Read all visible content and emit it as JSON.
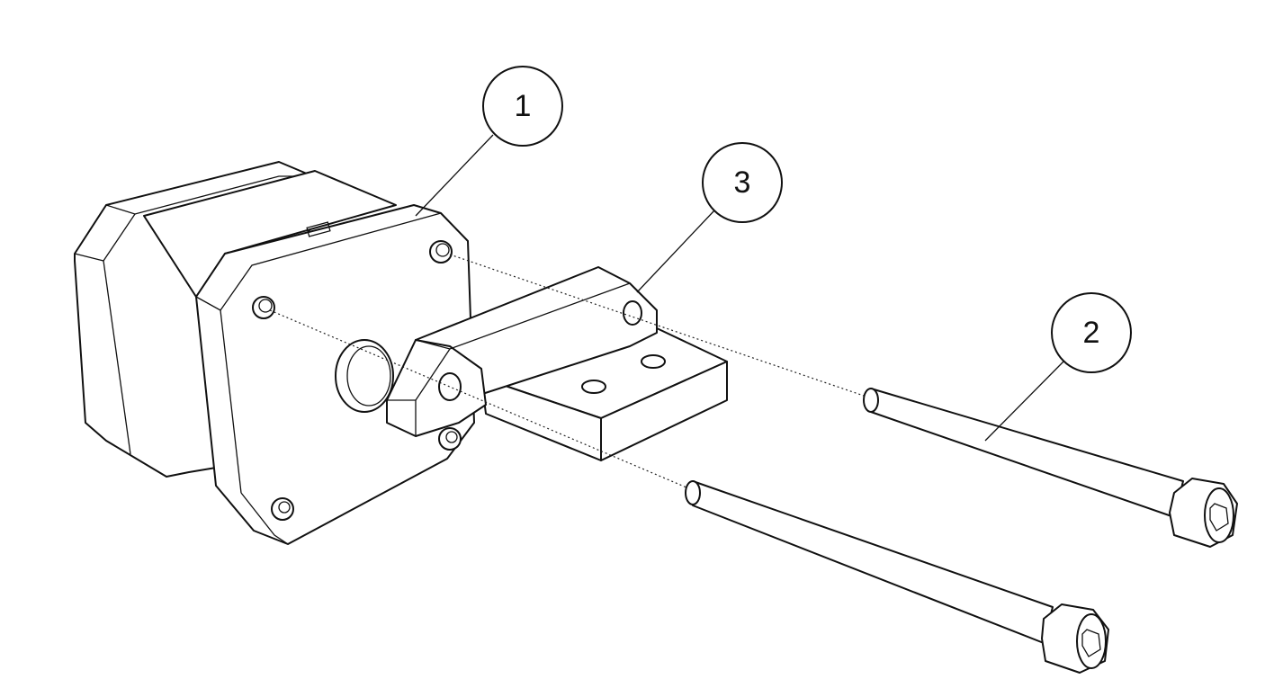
{
  "diagram": {
    "type": "exploded-assembly",
    "balloons": [
      {
        "id": "balloon-1",
        "label": "1",
        "part": "stepper-motor"
      },
      {
        "id": "balloon-2",
        "label": "2",
        "part": "socket-head-screw"
      },
      {
        "id": "balloon-3",
        "label": "3",
        "part": "mounting-bracket"
      }
    ],
    "colors": {
      "line": "#111111",
      "background": "#ffffff"
    }
  }
}
